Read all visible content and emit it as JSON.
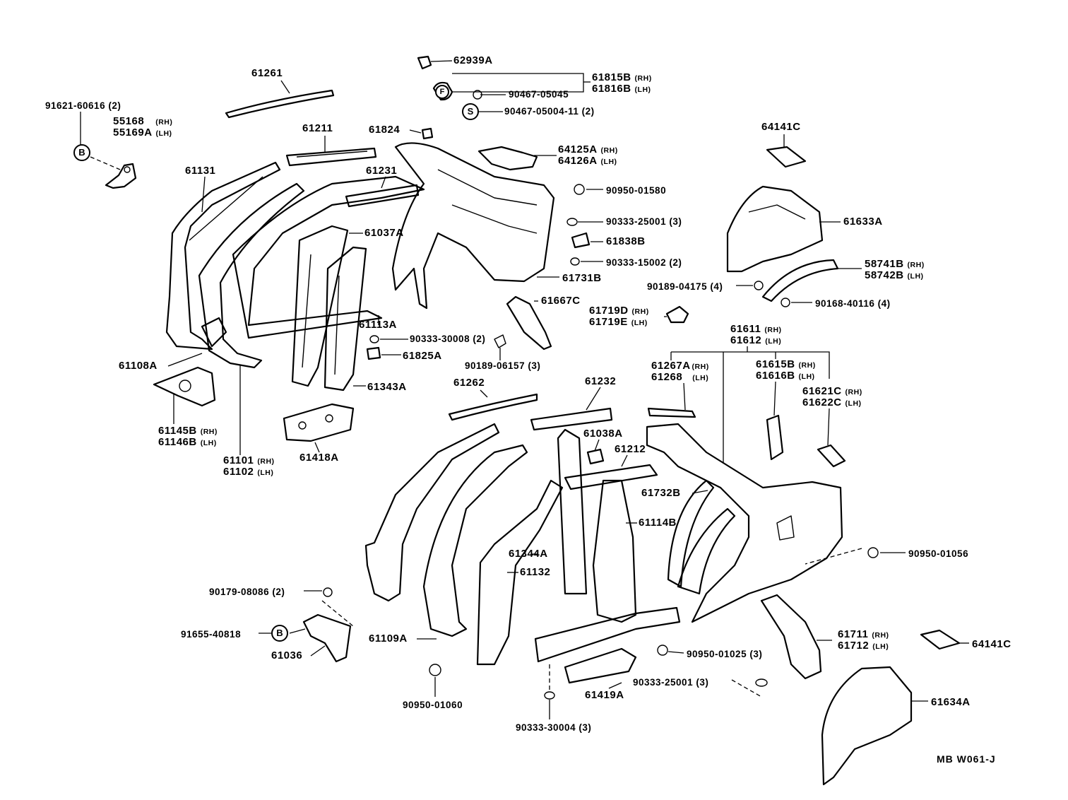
{
  "labels": {
    "l62939A": "62939A",
    "l61815B": "61815B",
    "l61815B_s": "(RH)",
    "l61816B": "61816B",
    "l61816B_s": "(LH)",
    "l90467_05045": "90467-05045",
    "l90467_05004": "90467-05004-11 (2)",
    "l61261": "61261",
    "l91621": "91621-60616 (2)",
    "l55168": "55168",
    "l55168_s": "(RH)",
    "l55169A": "55169A",
    "l55169A_s": "(LH)",
    "l61211": "61211",
    "l61824": "61824",
    "l64125A": "64125A",
    "l64125A_s": "(RH)",
    "l64126A": "64126A",
    "l64126A_s": "(LH)",
    "l64141C_top": "64141C",
    "l61131": "61131",
    "l61231": "61231",
    "l90950_01580": "90950-01580",
    "l90333_25001_top": "90333-25001 (3)",
    "l61633A": "61633A",
    "l61037A": "61037A",
    "l61838B": "61838B",
    "l90333_15002": "90333-15002 (2)",
    "l58741B": "58741B",
    "l58741B_s": "(RH)",
    "l58742B": "58742B",
    "l58742B_s": "(LH)",
    "l61731B": "61731B",
    "l90189_04175": "90189-04175 (4)",
    "l90168_40116": "90168-40116 (4)",
    "l61667C": "61667C",
    "l61719D": "61719D",
    "l61719D_s": "(RH)",
    "l61719E": "61719E",
    "l61719E_s": "(LH)",
    "l61113A": "61113A",
    "l61611": "61611",
    "l61611_s": "(RH)",
    "l61612": "61612",
    "l61612_s": "(LH)",
    "l90333_30008": "90333-30008 (2)",
    "l61825A": "61825A",
    "l90189_06157": "90189-06157 (3)",
    "l61108A": "61108A",
    "l61267A": "61267A",
    "l61267A_s": "(RH)",
    "l61268": "61268",
    "l61268_s": "(LH)",
    "l61615B": "61615B",
    "l61615B_s": "(RH)",
    "l61616B": "61616B",
    "l61616B_s": "(LH)",
    "l61343A": "61343A",
    "l61262": "61262",
    "l61232": "61232",
    "l61621C": "61621C",
    "l61621C_s": "(RH)",
    "l61622C": "61622C",
    "l61622C_s": "(LH)",
    "l61145B": "61145B",
    "l61145B_s": "(RH)",
    "l61146B": "61146B",
    "l61146B_s": "(LH)",
    "l61418A": "61418A",
    "l61101": "61101",
    "l61101_s": "(RH)",
    "l61102": "61102",
    "l61102_s": "(LH)",
    "l61038A": "61038A",
    "l61212": "61212",
    "l61732B": "61732B",
    "l61114B": "61114B",
    "l61344A": "61344A",
    "l61132": "61132",
    "l90950_01056": "90950-01056",
    "l90179_08086": "90179-08086 (2)",
    "l91655_40818": "91655-40818",
    "l61036": "61036",
    "l61109A": "61109A",
    "l61711": "61711",
    "l61711_s": "(RH)",
    "l61712": "61712",
    "l61712_s": "(LH)",
    "l64141C_bot": "64141C",
    "l90950_01025": "90950-01025 (3)",
    "l90333_25001_bot": "90333-25001 (3)",
    "l61419A": "61419A",
    "l61634A": "61634A",
    "l90950_01060": "90950-01060",
    "l90333_30004": "90333-30004 (3)"
  },
  "callouts": {
    "b_top": "B",
    "s_top": "S",
    "b_bottom": "B",
    "f_clip": "F"
  },
  "stamp": "MB  W061-J"
}
